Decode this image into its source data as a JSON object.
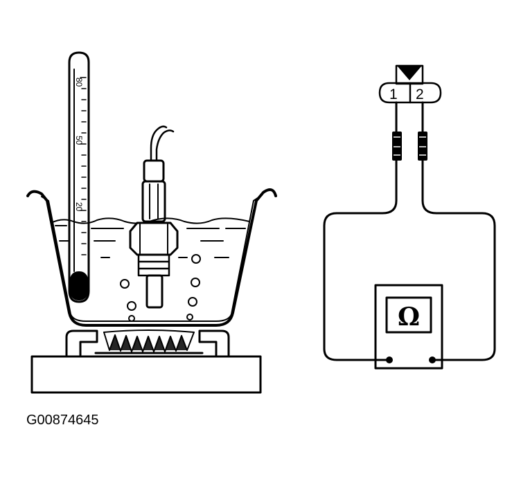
{
  "figure_id": "G00874645",
  "thermometer": {
    "scale_labels": [
      "80",
      "50",
      "20"
    ]
  },
  "connector": {
    "pins": [
      "1",
      "2"
    ]
  },
  "ohmmeter": {
    "symbol": "Ω"
  }
}
